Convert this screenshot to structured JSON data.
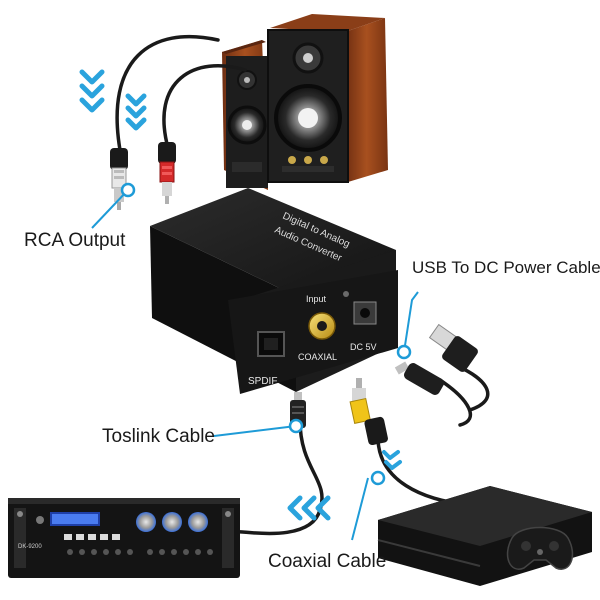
{
  "labels": {
    "rca_output": "RCA Output",
    "usb_power": "USB To DC Power Cable",
    "toslink": "Toslink Cable",
    "coaxial": "Coaxial Cable"
  },
  "converter": {
    "title_line1": "Digital to Analog",
    "title_line2": "Audio Converter",
    "port_input": "Input",
    "port_spdif": "SPDIF",
    "port_coaxial": "COAXIAL",
    "port_dc": "DC 5V"
  },
  "receiver": {
    "model": "DK-9200"
  },
  "colors": {
    "callout_blue": "#1e9bd7",
    "arrow_blue": "#2aa3dd",
    "rca_red": "#d42a2a",
    "rca_yellow": "#f0c419",
    "wood": "#a0522d",
    "device_black": "#1c1c1c"
  },
  "icons": {
    "arrow": "chevron-down-icon",
    "speaker": "speaker-icon",
    "usb": "usb-plug-icon",
    "gamepad": "gamepad-icon"
  }
}
